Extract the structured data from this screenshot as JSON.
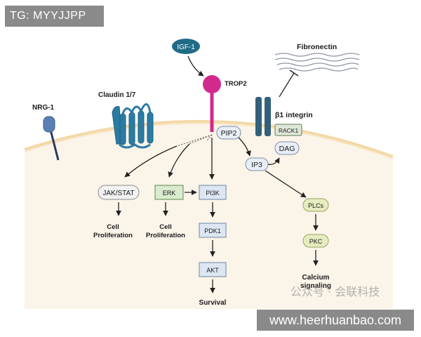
{
  "overlay": {
    "tag_text": "TG: MYYJJPP",
    "website": "www.heerhuanbao.com",
    "watermark": "公众号 · 会联科技"
  },
  "membrane_labels": {
    "nrg1": "NRG-1",
    "claudin": "Claudin 1/7",
    "igf1": "IGF-1",
    "trop2": "TROP2",
    "fibronectin": "Fibronectin",
    "integrin": "β1 integrin",
    "rack1": "RACK1"
  },
  "signals": {
    "pip2": "PIP2",
    "ip3": "IP3",
    "dag": "DAG"
  },
  "nodes": {
    "jak_stat": "JAK/STAT",
    "erk": "ERK",
    "pi3k": "PI3K",
    "pdk1": "PDK1",
    "akt": "AKT",
    "plcs": "PLCs",
    "pkc": "PKC"
  },
  "outcomes": {
    "cell_prolif_1": [
      "Cell",
      "Proliferation"
    ],
    "cell_prolif_2": [
      "Cell",
      "Proliferation"
    ],
    "survival": "Survival",
    "calcium": [
      "Calcium",
      "signaling"
    ]
  },
  "colors": {
    "cytoplasm": "#fbf4e8",
    "membrane": "#f3d9a8",
    "igf1_fill": "#1f6c86",
    "trop2": "#d22a8c",
    "claudin": "#2a7ca3",
    "integrin": "#34607a",
    "nrg1": "#5b7fb5",
    "erk_fill": "#d9ebcf",
    "pi3k_fill": "#dde7f3",
    "plc_fill": "#e6ecc0",
    "node_fill": "#ececec"
  }
}
